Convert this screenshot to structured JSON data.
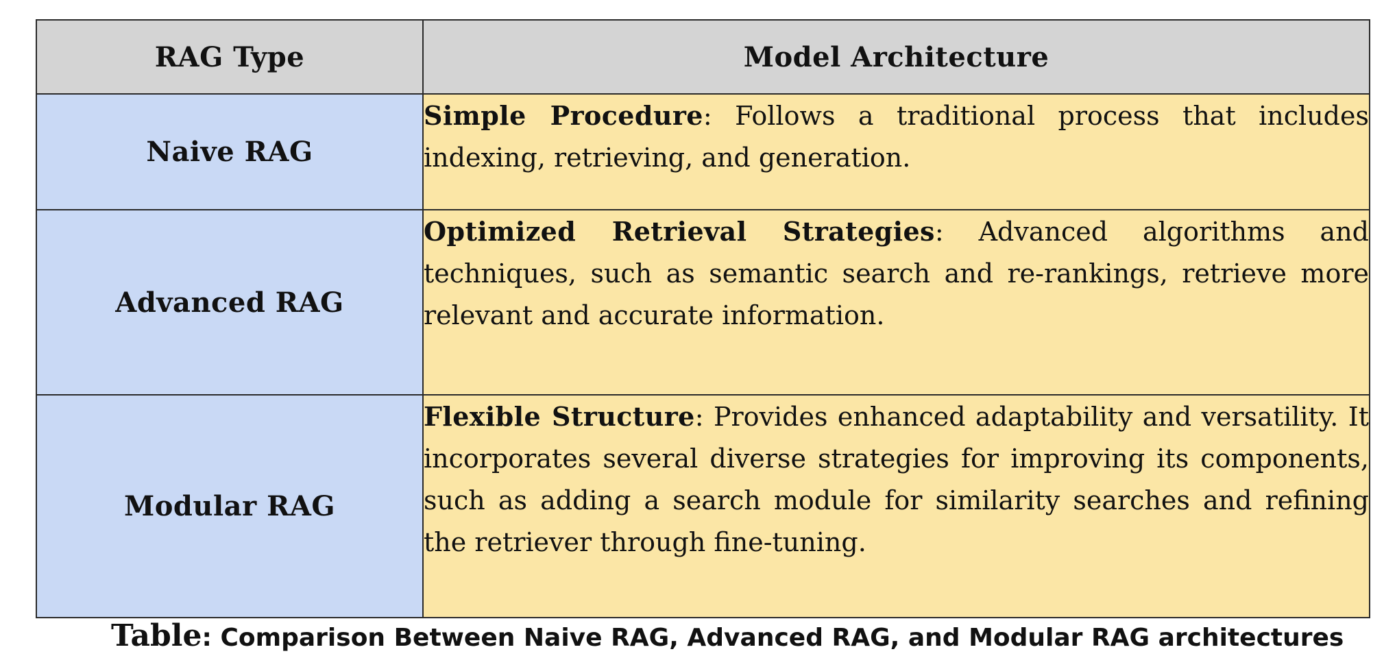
{
  "table": {
    "headers": {
      "rag_type": "RAG Type",
      "model_architecture": "Model Architecture"
    },
    "rows": [
      {
        "type": "Naive RAG",
        "arch_title": "Simple Procedure",
        "arch_text": ": Follows a traditional process that includes indexing, retrieving, and generation."
      },
      {
        "type": "Advanced RAG",
        "arch_title": "Optimized Retrieval Strategies",
        "arch_text": ": Advanced algorithms and techniques, such as semantic search and re-rankings, retrieve more relevant and accurate information."
      },
      {
        "type": "Modular RAG",
        "arch_title": "Flexible Structure",
        "arch_text": ": Provides enhanced adaptability and versatility. It incorporates several diverse strategies for improving its components, such as adding a search module for similarity searches and refining the retriever through fine-tuning."
      }
    ]
  },
  "caption": {
    "label": "Table",
    "text": ": Comparison Between Naive RAG, Advanced RAG, and Modular RAG architectures"
  },
  "colors": {
    "header_bg": "#d4d4d4",
    "type_bg": "#c9d9f5",
    "arch_bg": "#fbe6a6",
    "border": "#2a2a2a"
  }
}
